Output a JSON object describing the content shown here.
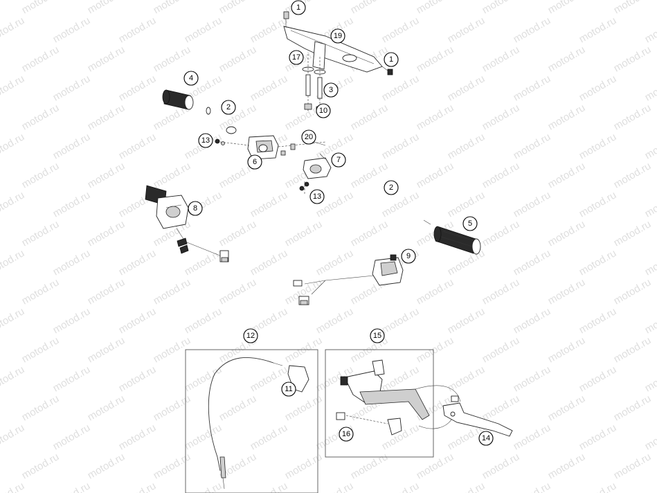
{
  "watermark": "motod.ru",
  "callouts": [
    {
      "id": "callout-1-top",
      "label": "1"
    },
    {
      "id": "callout-19",
      "label": "19"
    },
    {
      "id": "callout-1-right",
      "label": "1"
    },
    {
      "id": "callout-17",
      "label": "17"
    },
    {
      "id": "callout-3",
      "label": "3"
    },
    {
      "id": "callout-10",
      "label": "10"
    },
    {
      "id": "callout-4",
      "label": "4"
    },
    {
      "id": "callout-2-left",
      "label": "2"
    },
    {
      "id": "callout-13-left",
      "label": "13"
    },
    {
      "id": "callout-20",
      "label": "20"
    },
    {
      "id": "callout-6",
      "label": "6"
    },
    {
      "id": "callout-7",
      "label": "7"
    },
    {
      "id": "callout-13-right",
      "label": "13"
    },
    {
      "id": "callout-2-right",
      "label": "2"
    },
    {
      "id": "callout-8",
      "label": "8"
    },
    {
      "id": "callout-5",
      "label": "5"
    },
    {
      "id": "callout-9",
      "label": "9"
    },
    {
      "id": "callout-12",
      "label": "12"
    },
    {
      "id": "callout-15",
      "label": "15"
    },
    {
      "id": "callout-11",
      "label": "11"
    },
    {
      "id": "callout-16",
      "label": "16"
    },
    {
      "id": "callout-14",
      "label": "14"
    }
  ]
}
